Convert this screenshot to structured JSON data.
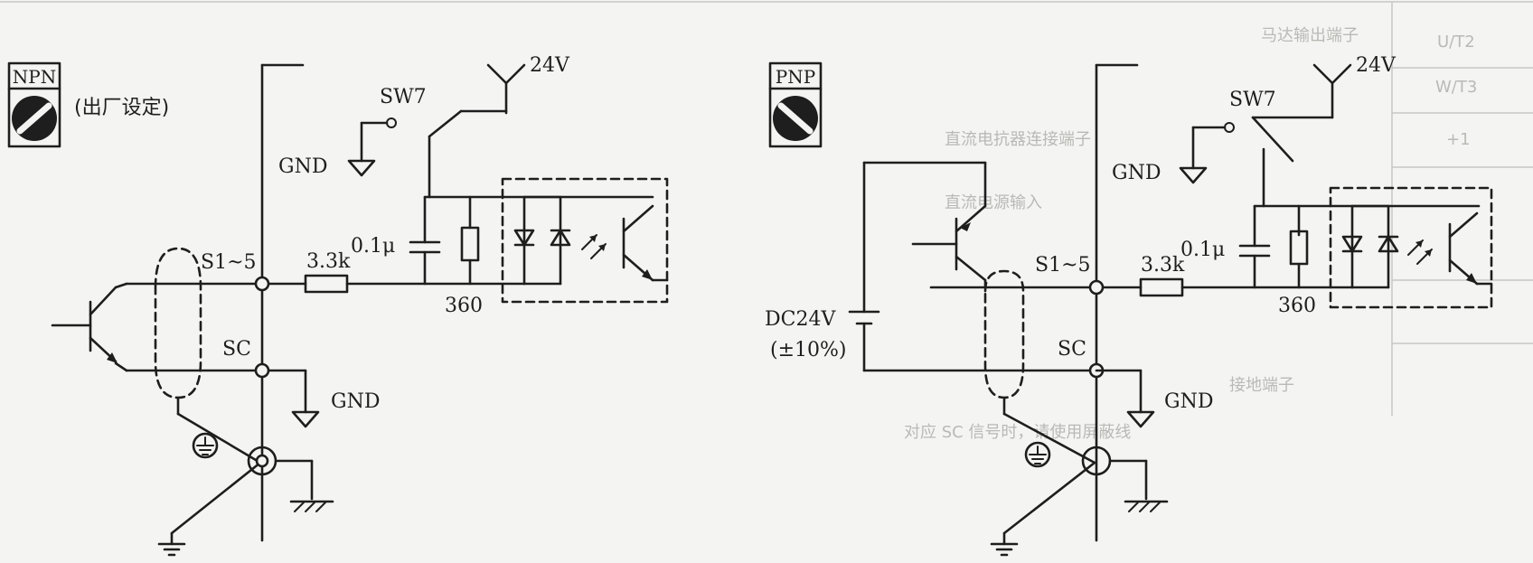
{
  "npn": {
    "badge": "NPN",
    "factory_note": "(出厂设定)",
    "supply": "24V",
    "switch": "SW7",
    "gnd_switch": "GND",
    "capacitor": "0.1μ",
    "resistor_input": "3.3k",
    "resistor_shunt": "360",
    "terminal_input": "S1~5",
    "terminal_common": "SC",
    "gnd_common": "GND"
  },
  "pnp": {
    "badge": "PNP",
    "supply": "24V",
    "switch": "SW7",
    "gnd_switch": "GND",
    "capacitor": "0.1μ",
    "resistor_input": "3.3k",
    "resistor_shunt": "360",
    "terminal_input": "S1~5",
    "terminal_common": "SC",
    "gnd_common": "GND",
    "external_supply": "DC24V",
    "external_tolerance": "(±10%)"
  },
  "bleed_through": [
    "马达输出端子",
    "U/T2",
    "W/T3",
    "+1",
    "直流电抗器连接端子",
    "直流电源输入",
    "接地端子",
    "对应 SC 信号时，请使用屏蔽线"
  ],
  "colors": {
    "ink": "#1e1e1e",
    "paper": "#f4f4f2",
    "ghost": "#b9b9b6"
  }
}
